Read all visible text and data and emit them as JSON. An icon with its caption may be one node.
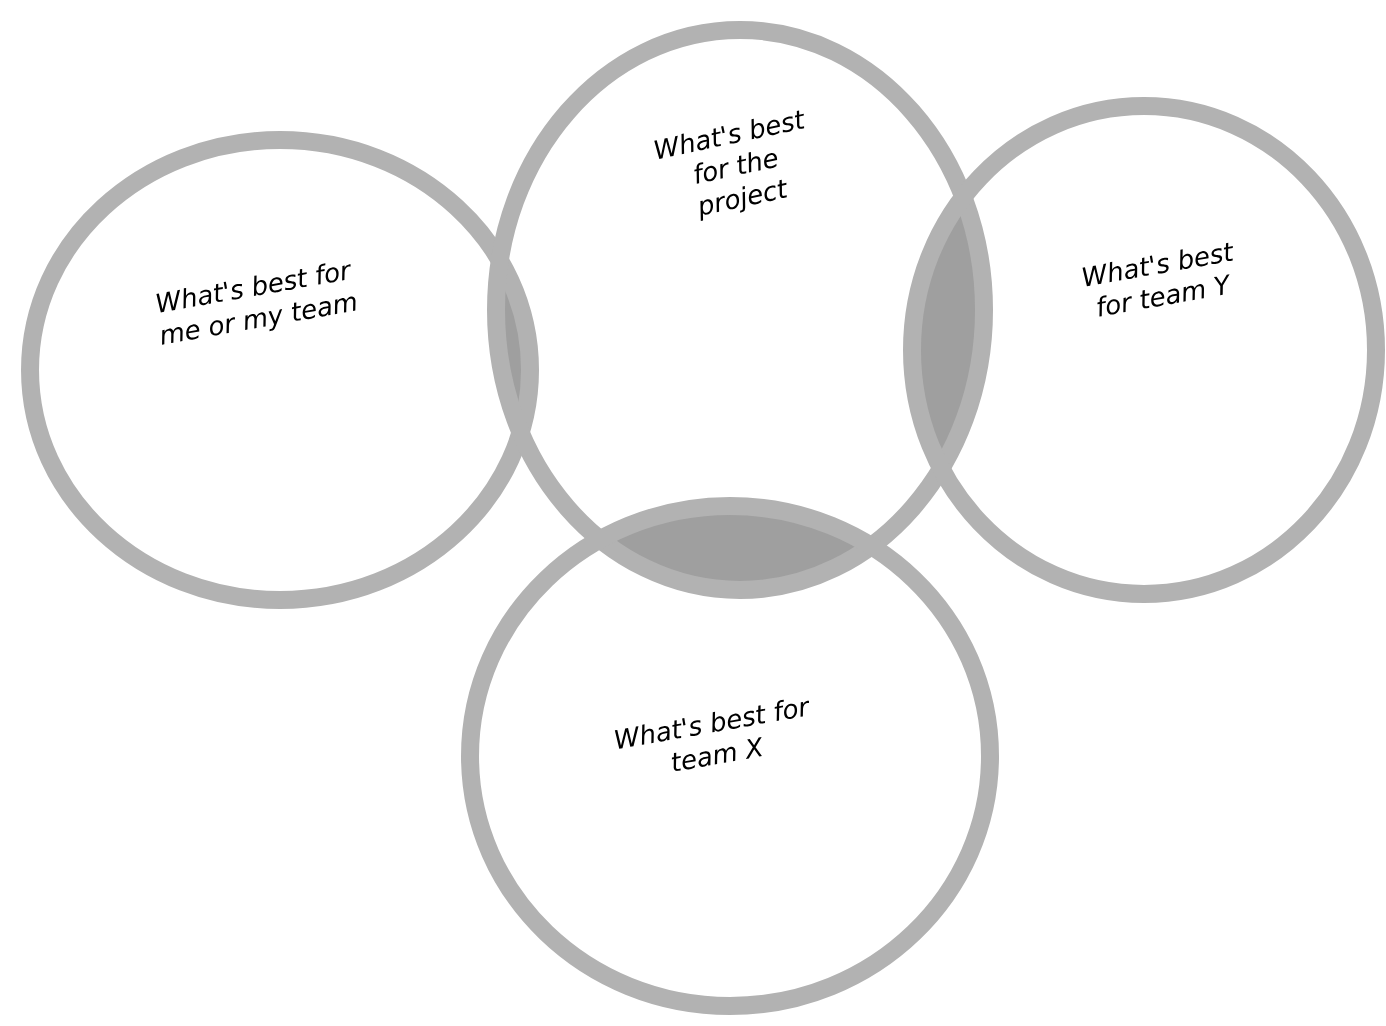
{
  "diagram": {
    "nodes": [
      {
        "text": [
          "What's best for me or my team"
        ]
      },
      {
        "text": [
          "What's best for the project"
        ]
      },
      {
        "text": [
          "What's best for team Y"
        ]
      },
      {
        "text": [
          "What's best for team X"
        ]
      }
    ]
  }
}
